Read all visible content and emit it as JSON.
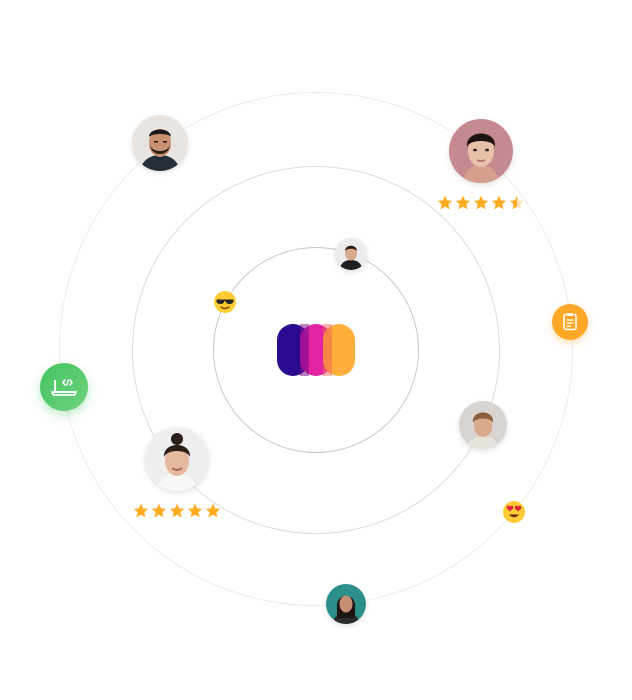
{
  "colors": {
    "ring_outer": "#ececec",
    "ring_mid": "#dcdcdc",
    "ring_inner": "#c9c9c9",
    "logo_left": "#2a0a8e",
    "logo_middle": "#e0119a",
    "logo_right": "#ffa930",
    "star": "#ffab1f",
    "clipboard_badge": "#ffa726",
    "laptop_badge": "#52c86e"
  },
  "logo": {
    "icon": "three-pill-brand-logo"
  },
  "avatars": [
    {
      "id": "man-beard",
      "icon": "man-beard-avatar"
    },
    {
      "id": "woman-pink",
      "icon": "woman-avatar"
    },
    {
      "id": "man-small",
      "icon": "man-avatar"
    },
    {
      "id": "woman-bun",
      "icon": "woman-bun-avatar"
    },
    {
      "id": "man-curly",
      "icon": "man-curly-avatar"
    },
    {
      "id": "woman-teal",
      "icon": "woman-teal-avatar"
    }
  ],
  "emojis": [
    {
      "id": "cool",
      "icon": "sunglasses-emoji"
    },
    {
      "id": "love",
      "icon": "heart-eyes-emoji"
    }
  ],
  "badges": [
    {
      "id": "clipboard",
      "icon": "clipboard-icon"
    },
    {
      "id": "laptop-code",
      "icon": "laptop-code-icon"
    }
  ],
  "ratings": [
    {
      "id": "top-right",
      "value": 4.5,
      "max": 5
    },
    {
      "id": "bottom-left",
      "value": 5,
      "max": 5
    }
  ]
}
